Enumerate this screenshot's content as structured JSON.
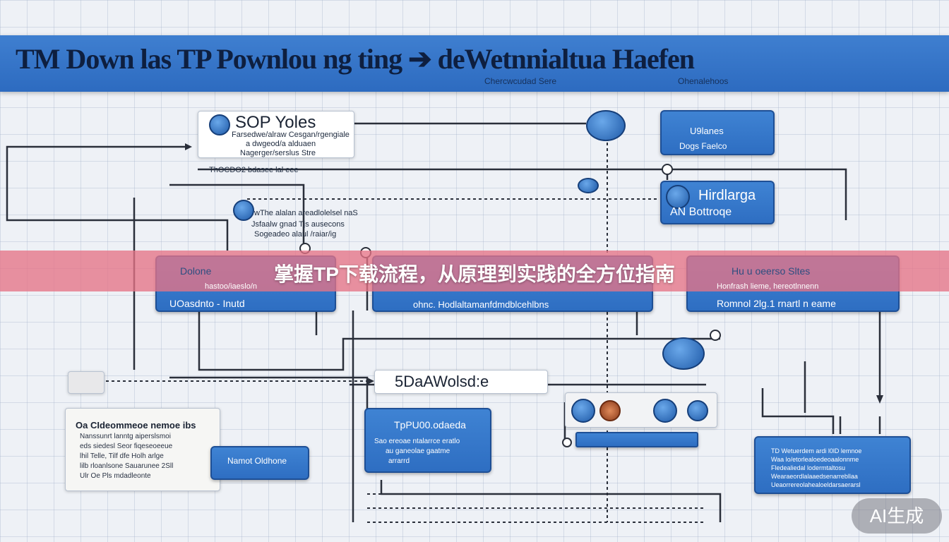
{
  "header": {
    "title": "TM Down las TP Pownlou ng ting ➔ deWetnnialtua Haefen",
    "subtitle_left": "Chercwcudad Sere",
    "subtitle_right": "Ohenalehoos"
  },
  "nodes": {
    "sop_title": "SOP Yoles",
    "sop_lines": [
      "Farsedwe/alraw Cesgan/rgengiale",
      "a dwgeod/a alduaen",
      "Nagerger/serslus Stre"
    ],
    "top_note": "ThOCDO2 bdasee lal eee",
    "mid_note": "wThe alalan areadlolelsel naS",
    "mid_note2": "Jsfaalw gnad Tjs ausecons",
    "mid_note3": "Sogeadeo alaul /raiar/ig",
    "uplanes_1": "U9lanes",
    "uplanes_2": "Dogs Faelco",
    "hirdlarga_1": "Hirdlarga",
    "hirdlarga_2": "AN Bottroqe",
    "dolone": "Dolone",
    "dolone_sub": "hastoo/iaeslo/n",
    "uload_label": "UOasdnto - Inutd",
    "center_label": "ohnc. Hodlaltamanfdmdblcehlbns",
    "hu_title": "Hu u oeerso Sltes",
    "hu_sub": "Honfrash lieme, hereotlnnenn",
    "romnol_label": "Romnol 2lg.1 rnartl n eame",
    "dan_label": "5DaAWolsd:e",
    "left_card_title": "Oa CIdeommeoe nemoe ibs",
    "left_card_lines": [
      "Nanssunrt lanntg aiperslsmoi",
      "eds siedesl Seor fiqeseoeeue",
      "lhil Telle, Tilf dfe Holh arlge",
      "lilb rloanlsone Sauarunee 2Sll",
      "Ulr Oe Pls mdadleonte"
    ],
    "notion_label": "Namot Oldhone",
    "tp_title": "TpPU00.odaeda",
    "tp_lines": [
      "Sao ereoae ntalarrce eratlo",
      "au ganeolae gaatme",
      "arrarrd"
    ],
    "right_card_lines": [
      "TD Wetuerdem ardi l0lD lemnoe",
      "Waa lo/etorlealoedeoaalonnme",
      "Fledealiedal lodermtaltosu",
      "Wearaeordlalaaedsenarrebllaa",
      "Ueaorrereolahealoeldarsaerarsl"
    ]
  },
  "banner": {
    "title": "掌握TP下载流程，从原理到实践的全方位指南"
  },
  "watermark": "AI生成"
}
